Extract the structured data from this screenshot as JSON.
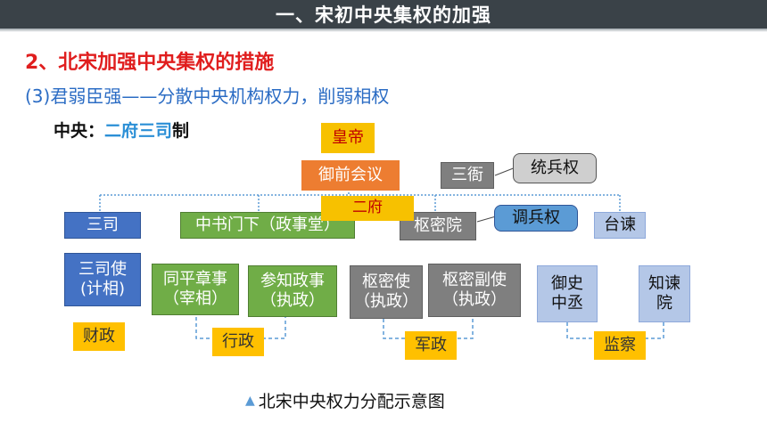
{
  "header": {
    "title": "一、宋初中央集权的加强"
  },
  "section": {
    "heading": "2、北宋加强中央集权的措施",
    "subheading": "(3)君弱臣强——分散中央机构权力，削弱相权"
  },
  "center_line": {
    "prefix": "中央：",
    "highlight": "二府三司",
    "suffix": "制"
  },
  "nodes": {
    "emperor": "皇帝",
    "imperial_council": "御前会议",
    "san_ya": "三衙",
    "er_fu": "二府",
    "san_si": "三司",
    "secretariat": "中书门下（政事堂）",
    "privy_council": "枢密院",
    "tai_jian": "台谏",
    "san_si_shi": "三司使\n(计相)",
    "tongpingzhang": "同平章事\n（宰相）",
    "canzhi": "参知政事\n（执政）",
    "privy_commissioner": "枢密使\n（执政）",
    "privy_vice": "枢密副使\n（执政）",
    "yushi_zhongcheng": "御史\n中丞",
    "zhi_jianyuan": "知谏\n院"
  },
  "callouts": {
    "command_troops": "统兵权",
    "deploy_troops": "调兵权"
  },
  "tags": {
    "finance": "财政",
    "administration": "行政",
    "military": "军政",
    "supervision": "监察"
  },
  "caption": {
    "icon": "triangle-icon",
    "text": "北宋中央权力分配示意图"
  },
  "colors": {
    "gold": "#f7c100",
    "orange": "#ed7d31",
    "gray": "#7f7f7f",
    "blue": "#4472c4",
    "green": "#70ad47",
    "lightblue": "#b4c7e7",
    "tag": "#ffc000",
    "title_red": "#e01e1e"
  }
}
